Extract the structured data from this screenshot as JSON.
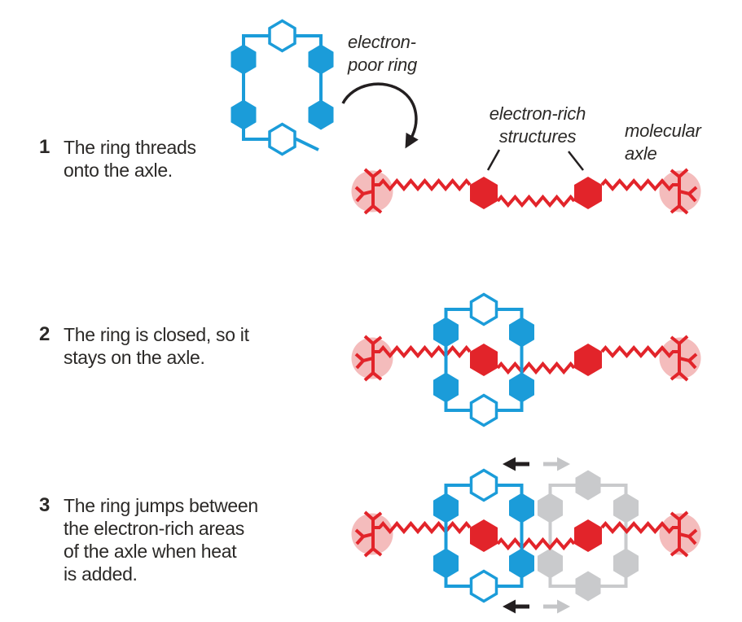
{
  "colors": {
    "ring_blue": "#1b9cd9",
    "axle_red": "#e2242a",
    "stopper_pink": "#f4bcbc",
    "ghost_gray": "#c9cacc",
    "ghost_arrow_gray": "#c4c5c7",
    "arrow_black": "#231f20",
    "text": "#2b2927",
    "background": "#ffffff"
  },
  "labels": {
    "electron_poor_ring": {
      "line1": "electron-",
      "line2": "poor ring"
    },
    "electron_rich_structures": {
      "line1": "electron-rich",
      "line2": "structures"
    },
    "molecular_axle": {
      "line1": "molecular",
      "line2": "axle"
    }
  },
  "steps": [
    {
      "number": "1",
      "lines": [
        "The ring threads",
        "onto the axle."
      ]
    },
    {
      "number": "2",
      "lines": [
        "The ring is closed, so it",
        "stays on the axle."
      ]
    },
    {
      "number": "3",
      "lines": [
        "The ring jumps between",
        "the electron-rich areas",
        "of the axle when heat",
        "is added."
      ]
    }
  ]
}
